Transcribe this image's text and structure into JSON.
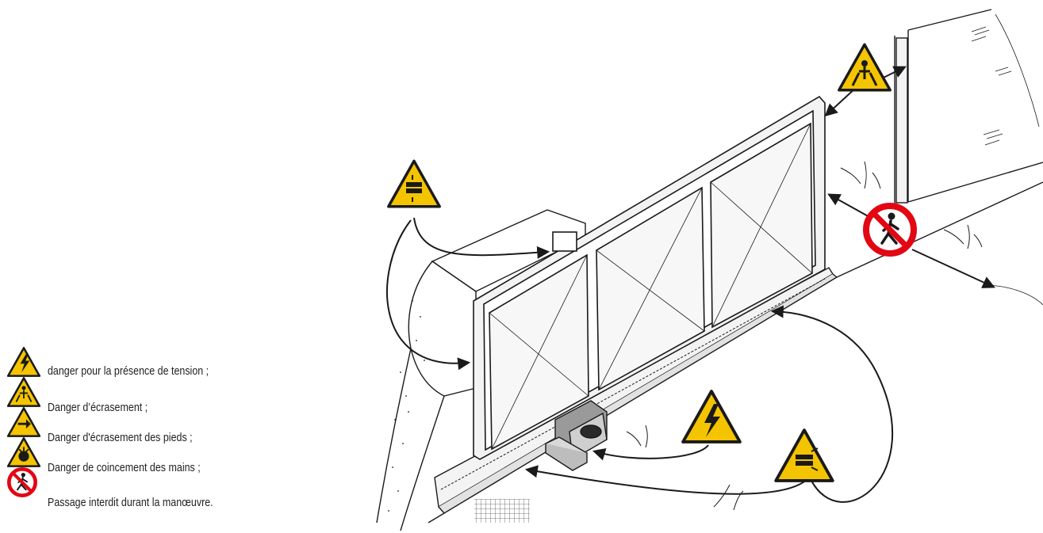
{
  "legend": {
    "items": [
      {
        "icon": "high-voltage-warning-icon",
        "text": "danger pour la présence de tension ;"
      },
      {
        "icon": "crushing-hazard-warning-icon",
        "text": "Danger d’écrasement ;"
      },
      {
        "icon": "foot-crushing-warning-icon",
        "text": "Danger d'écrasement des pieds ;"
      },
      {
        "icon": "hand-trapping-warning-icon",
        "text": "Danger de coincement des mains ;"
      },
      {
        "icon": "no-pedestrian-passage-icon",
        "text": "Passage interdit durant la manœuvre."
      }
    ]
  },
  "colors": {
    "warning_yellow": "#f4c400",
    "prohibition_red": "#e30613",
    "line": "#1a1a1a",
    "gate_fill": "#f3f3f3"
  }
}
